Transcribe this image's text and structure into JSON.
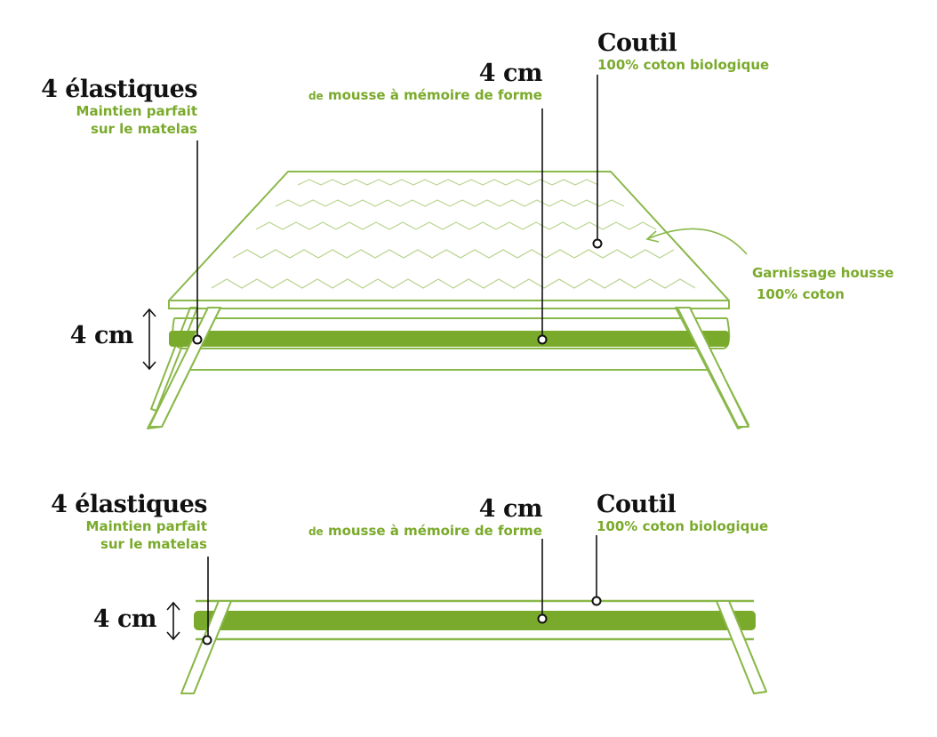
{
  "colors": {
    "accent": "#7aaa2b",
    "line": "#8ab84a",
    "ink": "#111111"
  },
  "top": {
    "elastiques": {
      "title": "4 élastiques",
      "line1": "Maintien parfait",
      "line2": "sur le matelas"
    },
    "foam": {
      "title": "4 cm",
      "prefix": "de",
      "desc": "mousse à mémoire de forme"
    },
    "coutil": {
      "title": "Coutil",
      "desc": "100% coton biologique"
    },
    "garnissage": {
      "line1": "Garnissage housse",
      "line2": "100% coton"
    },
    "thickness": "4 cm"
  },
  "bottom": {
    "elastiques": {
      "title": "4 élastiques",
      "line1": "Maintien parfait",
      "line2": "sur le matelas"
    },
    "foam": {
      "title": "4 cm",
      "prefix": "de",
      "desc": "mousse à mémoire de forme"
    },
    "coutil": {
      "title": "Coutil",
      "desc": "100% coton biologique"
    },
    "thickness": "4 cm"
  }
}
